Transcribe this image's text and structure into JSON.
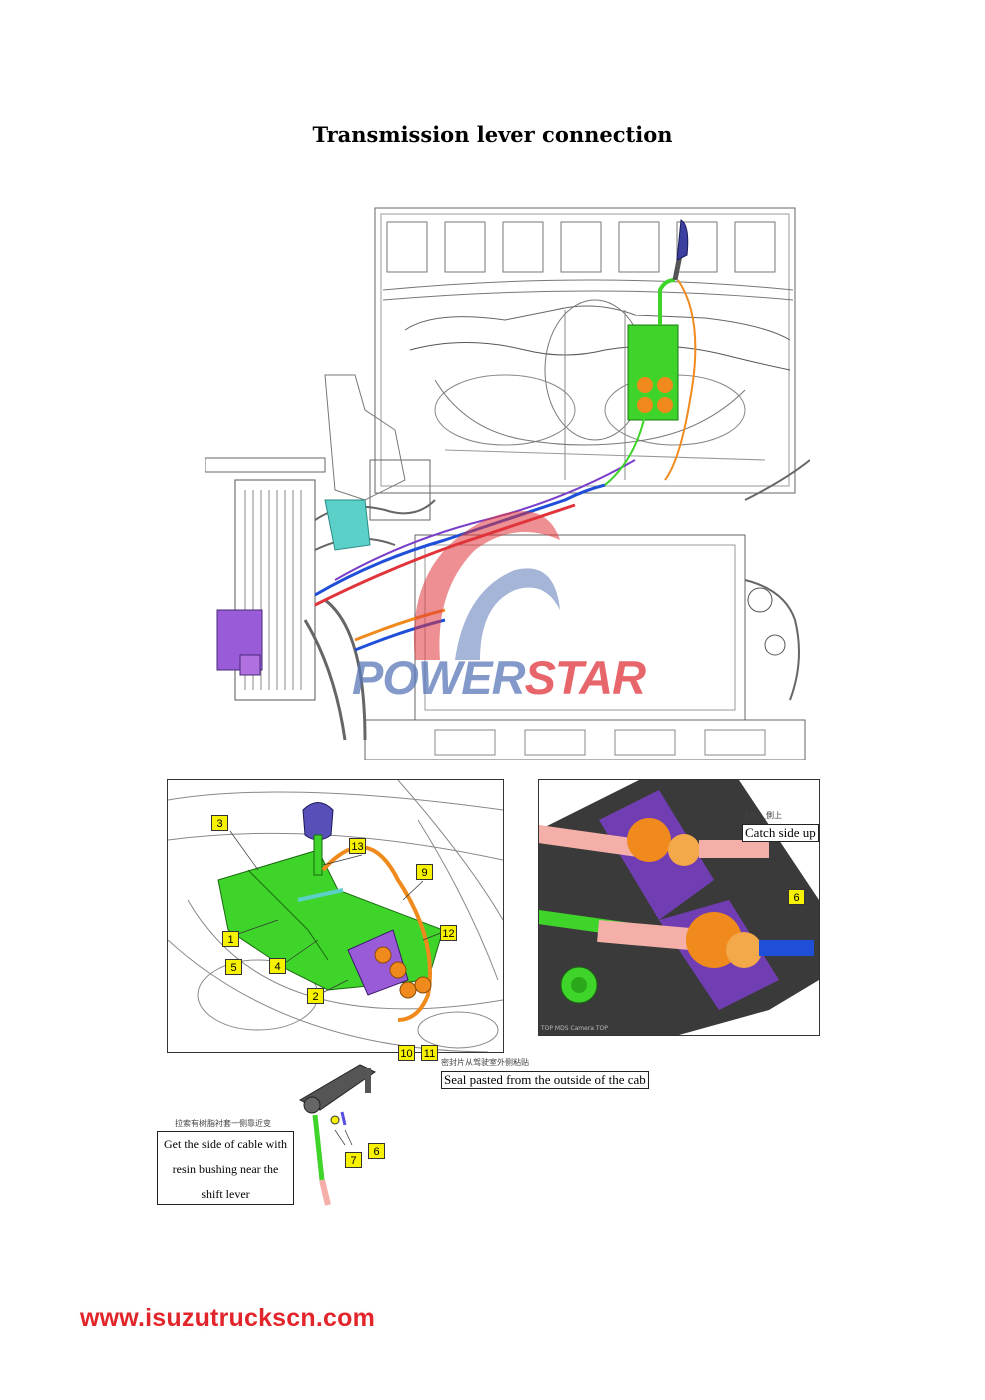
{
  "title": "Transmission lever connection",
  "watermark": {
    "part1": "POWER",
    "part2": "STAR",
    "color1": "#5a78b8",
    "color2": "#e0343a"
  },
  "detail_tags": [
    "1",
    "2",
    "3",
    "4",
    "5",
    "9",
    "10",
    "11",
    "12",
    "13"
  ],
  "detail_right_tag": "6",
  "callouts": {
    "catch_side_cn": "止め＿側上",
    "catch_side_up": "Catch side up",
    "seal_cn": "密封片从驾驶室外侧粘贴",
    "seal_pasted": "Seal pasted from the outside of the cab",
    "cable_cn": "拉索有树脂衬套一侧靠近变",
    "cable_side": [
      "Get the side of cable with",
      "resin bushing near the",
      "shift lever"
    ]
  },
  "small_tags": [
    "7",
    "6"
  ],
  "camera_label": "TOP MDS Camera TOP",
  "footer_url": "www.isuzutruckscn.com",
  "colors": {
    "green": "#3fd42a",
    "orange": "#f08a1c",
    "purple": "#7a3fc8",
    "blue": "#1f4fd8",
    "red": "#e0343a",
    "yellow": "#f7f200"
  }
}
